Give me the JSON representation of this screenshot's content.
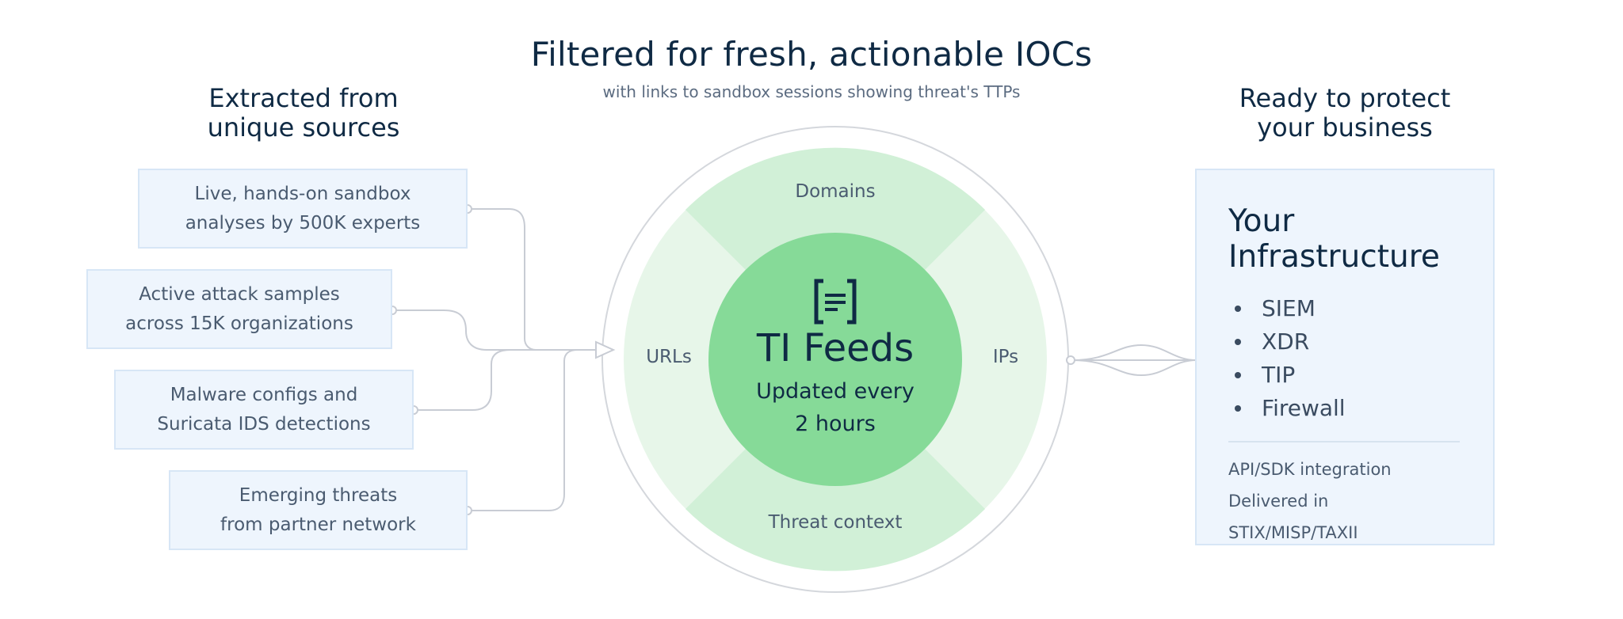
{
  "header": {
    "title": "Filtered for fresh, actionable IOCs",
    "subtitle": "with links to sandbox sessions showing threat's TTPs"
  },
  "left_column": {
    "heading": [
      "Extracted from",
      "unique sources"
    ],
    "sources": [
      {
        "lines": [
          "Live, hands-on sandbox",
          "analyses by 500K experts"
        ]
      },
      {
        "lines": [
          "Active attack samples",
          "across 15K organizations"
        ]
      },
      {
        "lines": [
          "Malware configs and",
          "Suricata IDS detections"
        ]
      },
      {
        "lines": [
          "Emerging threats",
          "from partner network"
        ]
      }
    ]
  },
  "hub": {
    "segments": {
      "top": "Domains",
      "left": "URLs",
      "right": "IPs",
      "bottom": "Threat context"
    },
    "center_icon": "document-icon",
    "center_title": "TI Feeds",
    "center_sub": [
      "Updated every",
      "2 hours"
    ]
  },
  "right_column": {
    "heading": [
      "Ready to protect",
      "your business"
    ],
    "card": {
      "title": [
        "Your",
        "Infrastructure"
      ],
      "items": [
        "SIEM",
        "XDR",
        "TIP",
        "Firewall"
      ],
      "notes": [
        "API/SDK integration",
        "Delivered in STIX/MISP/TAXII"
      ]
    }
  },
  "colors": {
    "heading": "#0f2a44",
    "box_fill": "#eef5fd",
    "box_border": "#d7e6f6",
    "ring_outer": "#e7f6e9",
    "ring_quadrant": "#d1f0d7",
    "center_fill": "#86da98",
    "connector": "#c8ccd4"
  }
}
